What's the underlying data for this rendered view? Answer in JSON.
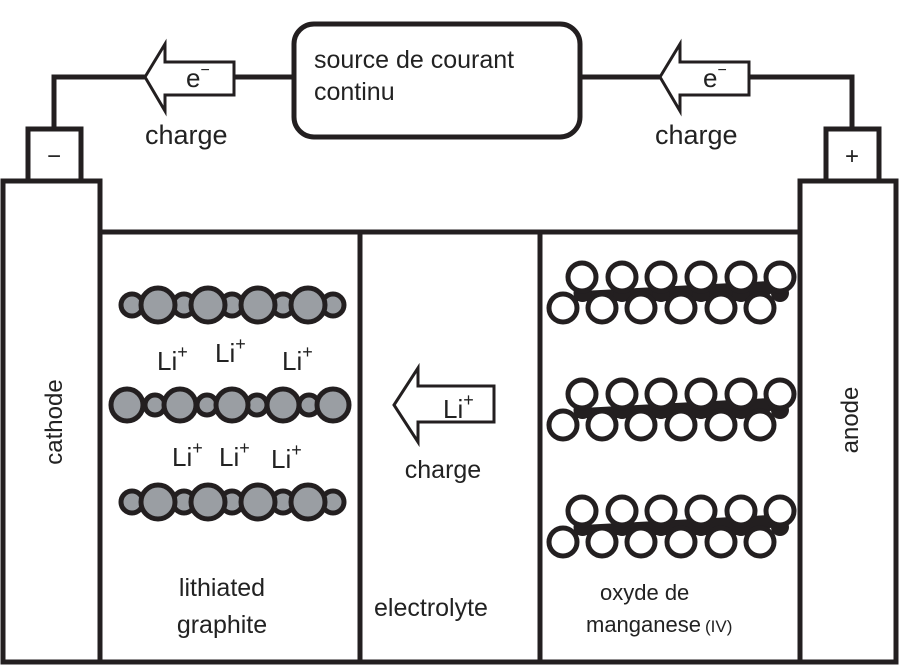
{
  "source": {
    "line1": "source de courant",
    "line2": "continu"
  },
  "left_arrow": {
    "label": "e",
    "sup": "−",
    "caption": "charge"
  },
  "right_arrow": {
    "label": "e",
    "sup": "−",
    "caption": "charge"
  },
  "terminals": {
    "negative": "−",
    "positive": "+"
  },
  "cathode": {
    "label": "cathode"
  },
  "anode": {
    "label": "anode"
  },
  "graphite": {
    "ions_row1": [
      "Li",
      "Li",
      "Li"
    ],
    "ions_row2": [
      "Li",
      "Li",
      "Li"
    ],
    "ion_sup": "+",
    "line1": "lithiated",
    "line2": "graphite",
    "atom_color": "#9a9ea3"
  },
  "electrolyte": {
    "arrow_label": "Li",
    "arrow_sup": "+",
    "caption": "charge",
    "label": "electrolyte"
  },
  "manganese": {
    "line1": "oxyde de",
    "line2": "manganese",
    "suffix": "(IV)"
  },
  "colors": {
    "stroke": "#231f20",
    "atom_fill": "#9a9ea3"
  }
}
